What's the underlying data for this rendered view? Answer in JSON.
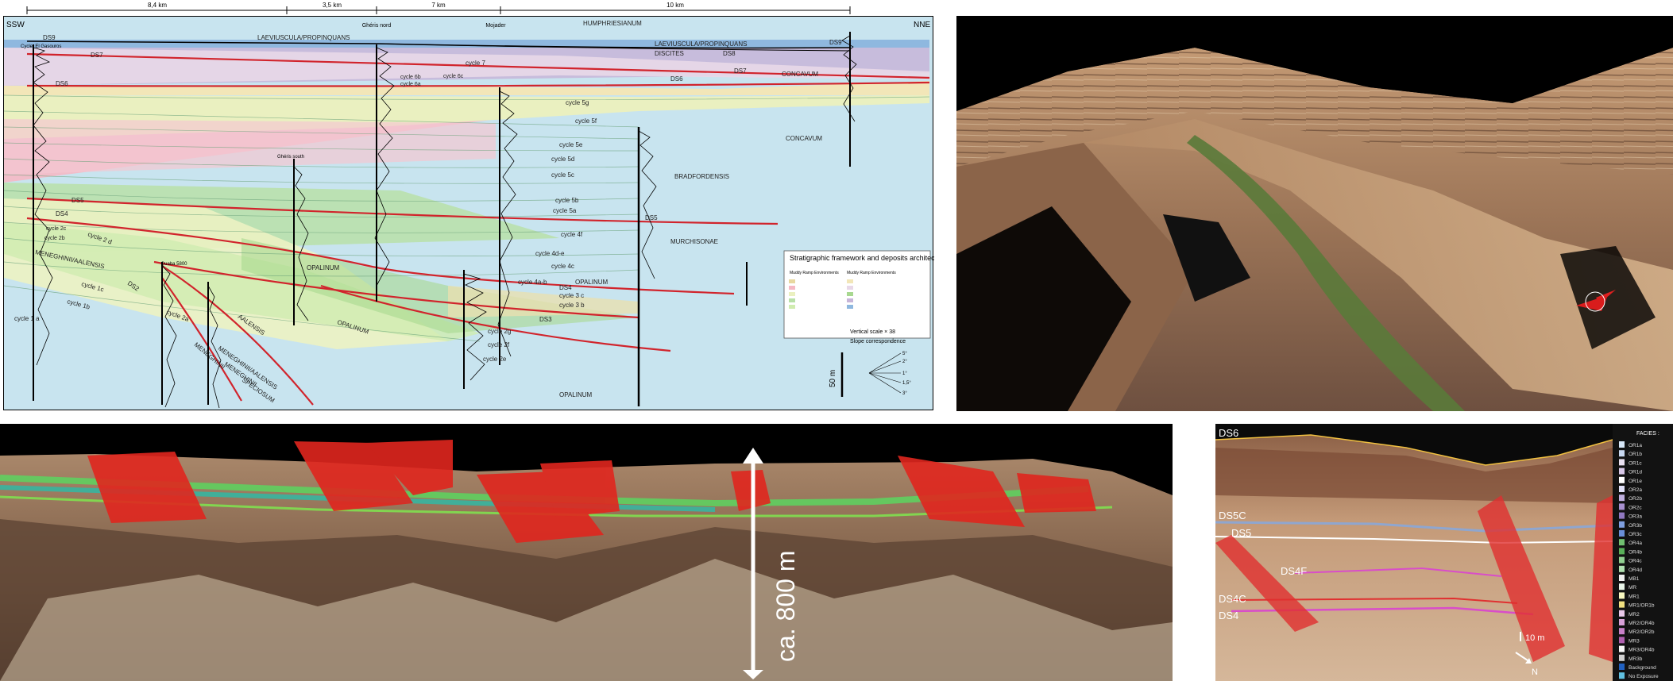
{
  "cross_section": {
    "distances": [
      "8,4 km",
      "3,5 km",
      "7 km",
      "10 km"
    ],
    "direction_left": "SSW",
    "direction_right": "NNE",
    "wells": [
      "Cyclet El Gasouros",
      "Ghéris nord",
      "Mojader",
      "Ghéris south",
      "Quaba 5800"
    ],
    "zone_labels": [
      {
        "id": "humph",
        "text": "HUMPHRIESIANUM"
      },
      {
        "id": "laev1",
        "text": "LAEVIUSCULA/PROPINQUANS"
      },
      {
        "id": "laev2",
        "text": "LAEVIUSCULA/PROPINQUANS"
      },
      {
        "id": "discites",
        "text": "DISCITES"
      },
      {
        "id": "concav1",
        "text": "CONCAVUM"
      },
      {
        "id": "concav2",
        "text": "CONCAVUM"
      },
      {
        "id": "bradf",
        "text": "BRADFORDENSIS"
      },
      {
        "id": "murch",
        "text": "MURCHISONAE"
      },
      {
        "id": "opal1",
        "text": "OPALINUM"
      },
      {
        "id": "opal2",
        "text": "OPALINUM"
      },
      {
        "id": "opal3",
        "text": "OPALINUM"
      },
      {
        "id": "opal4",
        "text": "OPALINUM"
      },
      {
        "id": "menaal",
        "text": "MENEGHINII/AALENSIS"
      },
      {
        "id": "aalensis",
        "text": "AALENSIS"
      },
      {
        "id": "mene1",
        "text": "MENEGHINII"
      },
      {
        "id": "mene2",
        "text": "MENEGHINII/AALENSIS"
      },
      {
        "id": "mene3",
        "text": "MENEGHINII"
      },
      {
        "id": "spec",
        "text": "SPECIOSUM"
      }
    ],
    "ds_labels": [
      {
        "id": "ds9a",
        "text": "DS9"
      },
      {
        "id": "ds9b",
        "text": "DS9"
      },
      {
        "id": "ds8",
        "text": "DS8"
      },
      {
        "id": "ds7a",
        "text": "DS7"
      },
      {
        "id": "ds7b",
        "text": "DS7"
      },
      {
        "id": "ds6a",
        "text": "DS6"
      },
      {
        "id": "ds6b",
        "text": "DS6"
      },
      {
        "id": "ds5a",
        "text": "DS5"
      },
      {
        "id": "ds5b",
        "text": "DS5"
      },
      {
        "id": "ds4a",
        "text": "DS4"
      },
      {
        "id": "ds4b",
        "text": "DS4"
      },
      {
        "id": "ds3",
        "text": "DS3"
      },
      {
        "id": "ds2",
        "text": "DS2"
      }
    ],
    "cycle_labels": [
      {
        "id": "c7",
        "text": "cycle 7"
      },
      {
        "id": "c6b",
        "text": "cycle 6b"
      },
      {
        "id": "c6c",
        "text": "cycle 6c"
      },
      {
        "id": "c6a",
        "text": "cycle 6a"
      },
      {
        "id": "c5g",
        "text": "cycle 5g"
      },
      {
        "id": "c5f",
        "text": "cycle 5f"
      },
      {
        "id": "c5e",
        "text": "cycle 5e"
      },
      {
        "id": "c5d",
        "text": "cycle 5d"
      },
      {
        "id": "c5c",
        "text": "cycle 5c"
      },
      {
        "id": "c5b",
        "text": "cycle 5b"
      },
      {
        "id": "c5a",
        "text": "cycle 5a"
      },
      {
        "id": "c4f",
        "text": "cycle 4f"
      },
      {
        "id": "c4de",
        "text": "cycle 4d-e"
      },
      {
        "id": "c4c",
        "text": "cycle 4c"
      },
      {
        "id": "c4ab",
        "text": "cycle 4a-b"
      },
      {
        "id": "c3c",
        "text": "cycle 3 c"
      },
      {
        "id": "c3b",
        "text": "cycle 3 b"
      },
      {
        "id": "c2g",
        "text": "cycle 2g"
      },
      {
        "id": "c2f",
        "text": "cycle 2f"
      },
      {
        "id": "c2e",
        "text": "cycle 2e"
      },
      {
        "id": "c2d",
        "text": "cycle 2 d"
      },
      {
        "id": "c2c",
        "text": "cycle 2c"
      },
      {
        "id": "c2b",
        "text": "cycle 2b"
      },
      {
        "id": "c1c",
        "text": "cycle 1c"
      },
      {
        "id": "c1b",
        "text": "cycle 1b"
      },
      {
        "id": "c1a",
        "text": "cycle 1 a"
      },
      {
        "id": "c2a",
        "text": "cycle 2a"
      }
    ],
    "legend": {
      "title": "Stratigraphic framework and deposits architecture.",
      "col1_header": "Muddy Ramp Environments",
      "col2_header": "Muddy Ramp Environments",
      "vertical_scale": "Vertical scale × 38",
      "slope_label": "Slope correspondence",
      "scale_bar": "50 m",
      "angles": [
        "5°",
        "2°",
        "1°",
        "1,5°",
        "3°"
      ]
    }
  },
  "lidar_bottom_left": {
    "height_label": "ca. 800 m"
  },
  "lidar_bottom_right": {
    "horizons": [
      "DS6",
      "DS5C",
      "DS5",
      "DS4F",
      "DS4C",
      "DS4"
    ],
    "scale_label": "10 m",
    "north_label": "N",
    "facies_title": "FACIES :",
    "facies": [
      {
        "name": "OR1a",
        "color": "#d7e7f7"
      },
      {
        "name": "OR1b",
        "color": "#c8d8f0"
      },
      {
        "name": "OR1c",
        "color": "#e8e0f0"
      },
      {
        "name": "OR1d",
        "color": "#d8c8e8"
      },
      {
        "name": "OR1e",
        "color": "#ffffff"
      },
      {
        "name": "OR2a",
        "color": "#e0e0f8"
      },
      {
        "name": "OR2b",
        "color": "#c0b0e0"
      },
      {
        "name": "OR2c",
        "color": "#a890d0"
      },
      {
        "name": "OR3a",
        "color": "#9078c0"
      },
      {
        "name": "OR3b",
        "color": "#7f9fe0"
      },
      {
        "name": "OR3c",
        "color": "#6a8fd8"
      },
      {
        "name": "OR4a",
        "color": "#70c070"
      },
      {
        "name": "OR4b",
        "color": "#58b058"
      },
      {
        "name": "OR4c",
        "color": "#90d090"
      },
      {
        "name": "OR4d",
        "color": "#b0e0b0"
      },
      {
        "name": "MB1",
        "color": "#f0f0f0"
      },
      {
        "name": "MR",
        "color": "#e8f4e8"
      },
      {
        "name": "MR1",
        "color": "#f8f8c0"
      },
      {
        "name": "MR1/OR1b",
        "color": "#f0e080"
      },
      {
        "name": "MR2",
        "color": "#e8c8e8"
      },
      {
        "name": "MR2/OR4b",
        "color": "#d8a0d8"
      },
      {
        "name": "MR2/OR2b",
        "color": "#c880c8"
      },
      {
        "name": "MR3",
        "color": "#b060b0"
      },
      {
        "name": "MR3/OR4b",
        "color": "#f8f8f8"
      },
      {
        "name": "MR3b",
        "color": "#d0d0d0"
      },
      {
        "name": "Background",
        "color": "#2060c0"
      },
      {
        "name": "No Exposure",
        "color": "#60c0e0"
      }
    ]
  }
}
